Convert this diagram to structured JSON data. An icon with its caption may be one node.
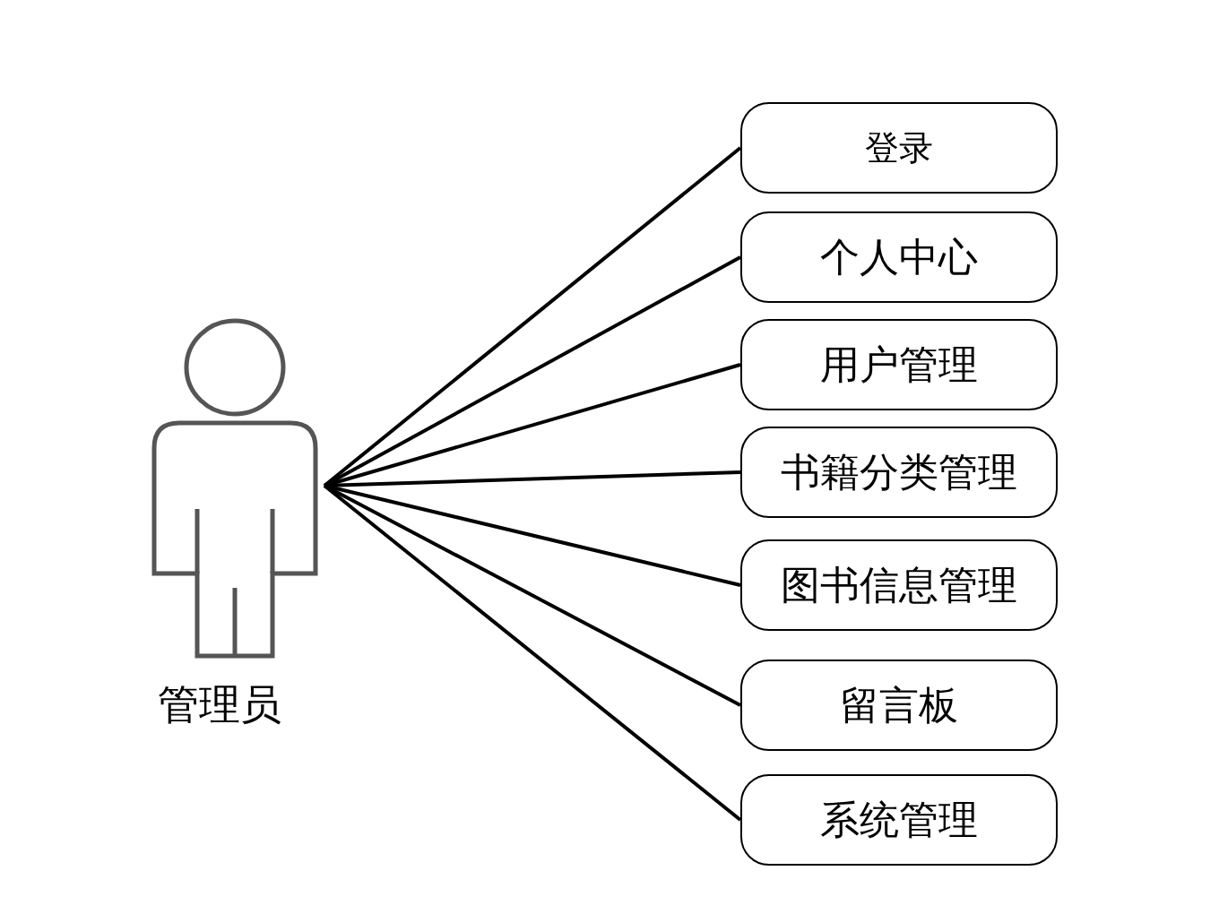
{
  "diagram": {
    "nodes": [
      {
        "text": [
          "管理员"
        ]
      },
      {
        "text": [
          "登录"
        ]
      },
      {
        "text": [
          "个人中心"
        ]
      },
      {
        "text": [
          "用户管理"
        ]
      },
      {
        "text": [
          "书籍分类管理"
        ]
      },
      {
        "text": [
          "图书信息管理"
        ]
      },
      {
        "text": [
          "留言板"
        ]
      },
      {
        "text": [
          "系统管理"
        ]
      }
    ],
    "edges": [
      {
        "from": 0,
        "to": 1,
        "arrow": "none"
      },
      {
        "from": 0,
        "to": 2,
        "arrow": "none"
      },
      {
        "from": 0,
        "to": 3,
        "arrow": "none"
      },
      {
        "from": 0,
        "to": 4,
        "arrow": "none"
      },
      {
        "from": 0,
        "to": 5,
        "arrow": "none"
      },
      {
        "from": 0,
        "to": 6,
        "arrow": "none"
      },
      {
        "from": 0,
        "to": 7,
        "arrow": "none"
      }
    ]
  }
}
